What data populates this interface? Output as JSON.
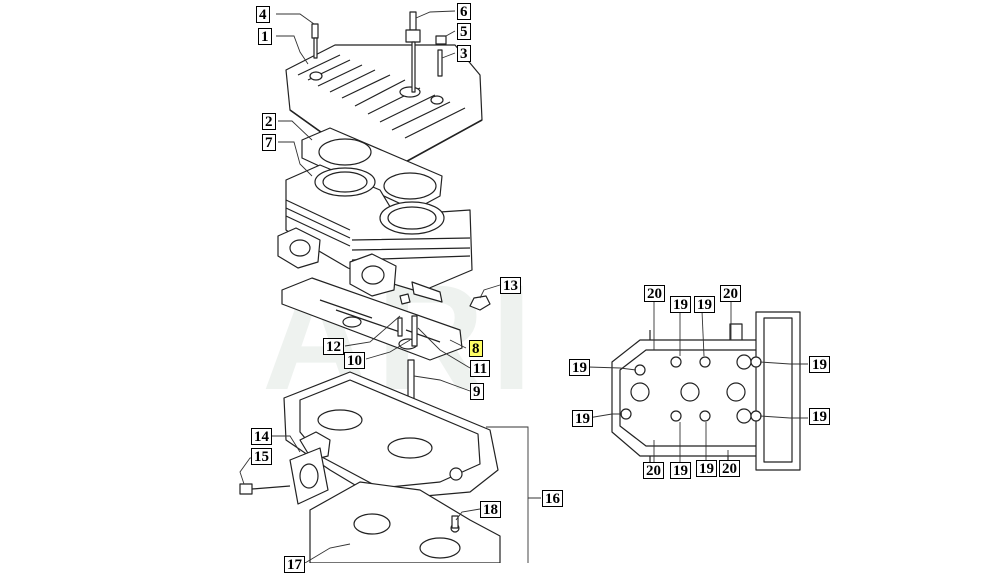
{
  "watermark": "ARI",
  "highlight_color": "#ffff66",
  "callouts": {
    "c1": "1",
    "c2": "2",
    "c3": "3",
    "c4": "4",
    "c5": "5",
    "c6": "6",
    "c7": "7",
    "c8": "8",
    "c9": "9",
    "c10": "10",
    "c11": "11",
    "c12": "12",
    "c13": "13",
    "c14": "14",
    "c15": "15",
    "c16": "16",
    "c17": "17",
    "c18": "18",
    "c19a": "19",
    "c19b": "19",
    "c19c": "19",
    "c19d": "19",
    "c19e": "19",
    "c19f": "19",
    "c19g": "19",
    "c19h": "19",
    "c20a": "20",
    "c20b": "20",
    "c20c": "20",
    "c20d": "20"
  },
  "selected_callout": "8"
}
